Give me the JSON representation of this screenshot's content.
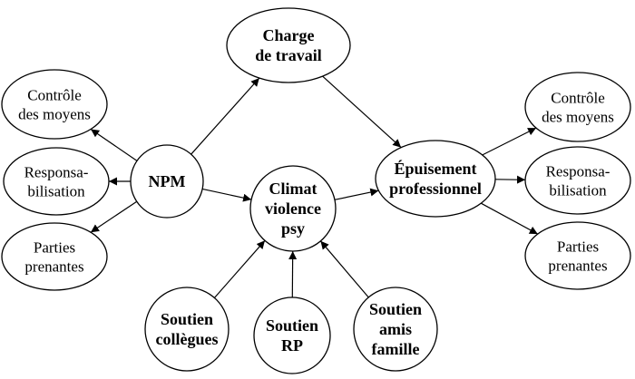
{
  "diagram": {
    "nodes": [
      {
        "id": "npm",
        "lines": [
          "NPM"
        ],
        "bold": true
      },
      {
        "id": "charge",
        "lines": [
          "Charge",
          "de travail"
        ],
        "bold": true
      },
      {
        "id": "climat",
        "lines": [
          "Climat",
          "violence",
          "psy"
        ],
        "bold": true
      },
      {
        "id": "epuisement",
        "lines": [
          "Épuisement",
          "professionnel"
        ],
        "bold": true
      },
      {
        "id": "controle_left",
        "lines": [
          "Contrôle",
          "des moyens"
        ],
        "bold": false
      },
      {
        "id": "respons_left",
        "lines": [
          "Responsa-",
          "bilisation"
        ],
        "bold": false
      },
      {
        "id": "parties_left",
        "lines": [
          "Parties",
          "prenantes"
        ],
        "bold": false
      },
      {
        "id": "controle_right",
        "lines": [
          "Contrôle",
          "des moyens"
        ],
        "bold": false
      },
      {
        "id": "respons_right",
        "lines": [
          "Responsa-",
          "bilisation"
        ],
        "bold": false
      },
      {
        "id": "parties_right",
        "lines": [
          "Parties",
          "prenantes"
        ],
        "bold": false
      },
      {
        "id": "soutien_collegues",
        "lines": [
          "Soutien",
          "collègues"
        ],
        "bold": true
      },
      {
        "id": "soutien_rp",
        "lines": [
          "Soutien",
          "RP"
        ],
        "bold": true
      },
      {
        "id": "soutien_amis",
        "lines": [
          "Soutien",
          "amis",
          "famille"
        ],
        "bold": true
      }
    ],
    "edges": [
      {
        "from": "npm",
        "to": "controle_left"
      },
      {
        "from": "npm",
        "to": "respons_left"
      },
      {
        "from": "npm",
        "to": "parties_left"
      },
      {
        "from": "npm",
        "to": "charge"
      },
      {
        "from": "npm",
        "to": "climat"
      },
      {
        "from": "charge",
        "to": "epuisement"
      },
      {
        "from": "climat",
        "to": "epuisement"
      },
      {
        "from": "epuisement",
        "to": "controle_right"
      },
      {
        "from": "epuisement",
        "to": "respons_right"
      },
      {
        "from": "epuisement",
        "to": "parties_right"
      },
      {
        "from": "soutien_collegues",
        "to": "climat"
      },
      {
        "from": "soutien_rp",
        "to": "climat"
      },
      {
        "from": "soutien_amis",
        "to": "climat"
      }
    ]
  }
}
